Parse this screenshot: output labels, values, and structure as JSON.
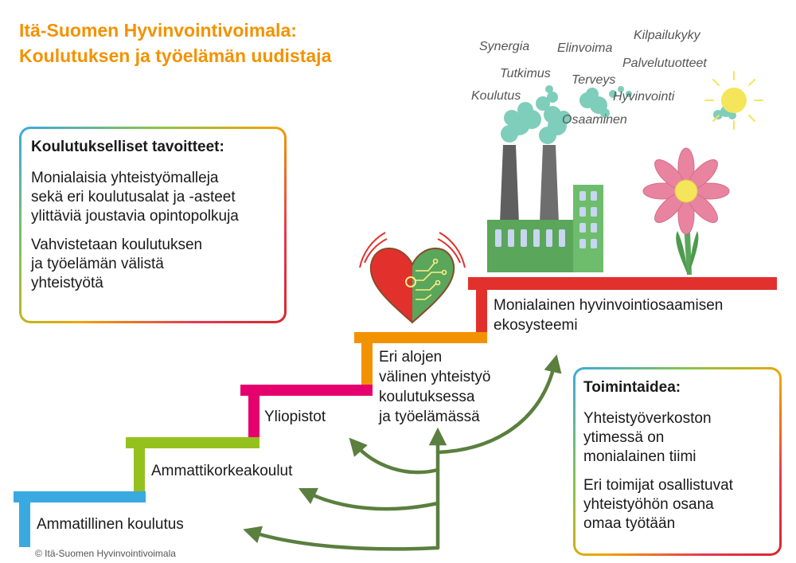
{
  "title": {
    "line1": "Itä-Suomen Hyvinvointivoimala:",
    "line2": "Koulutuksen ja työelämän uudistaja"
  },
  "goals_box": {
    "heading": "Koulutukselliset tavoitteet:",
    "paragraph1": [
      "Monialaisia yhteistyömalleja",
      "sekä eri koulutusalat ja -asteet",
      "ylittäviä joustavia opintopolkuja"
    ],
    "paragraph2": [
      "Vahvistetaan koulutuksen",
      "ja työelämän välistä",
      "yhteistyötä"
    ]
  },
  "idea_box": {
    "heading": "Toimintaidea:",
    "paragraph1": [
      "Yhteistyöverkoston",
      "ytimessä on",
      "monialainen tiimi"
    ],
    "paragraph2": [
      "Eri toimijat osallistuvat",
      "yhteistyöhön osana",
      "omaa työtään"
    ]
  },
  "steps": [
    {
      "label": [
        "Ammatillinen koulutus"
      ],
      "color": "#39a9e0"
    },
    {
      "label": [
        "Ammattikorkeakoulut"
      ],
      "color": "#95c11f"
    },
    {
      "label": [
        "Yliopistot"
      ],
      "color": "#e5006d"
    },
    {
      "label": [
        "Eri alojen",
        "välinen yhteistyö",
        "koulutuksessa",
        "ja työelämässä"
      ],
      "color": "#f39200"
    },
    {
      "label": [
        "Monialainen hyvinvointiosaamisen",
        "ekosysteemi"
      ],
      "color": "#e2312d"
    }
  ],
  "cloud_words": [
    "Synergia",
    "Elinvoima",
    "Kilpailukyky",
    "Tutkimus",
    "Palvelutuotteet",
    "Terveys",
    "Koulutus",
    "Hyvinvointi",
    "Osaaminen"
  ],
  "colors": {
    "title": "#f39200",
    "arrows": "#5a7f3e",
    "factory": "#5aa65a",
    "smoke": "#7fcdbb",
    "flower_petal": "#e8849f",
    "sun": "#f4e55a"
  },
  "copyright": "© Itä-Suomen Hyvinvointivoimala"
}
